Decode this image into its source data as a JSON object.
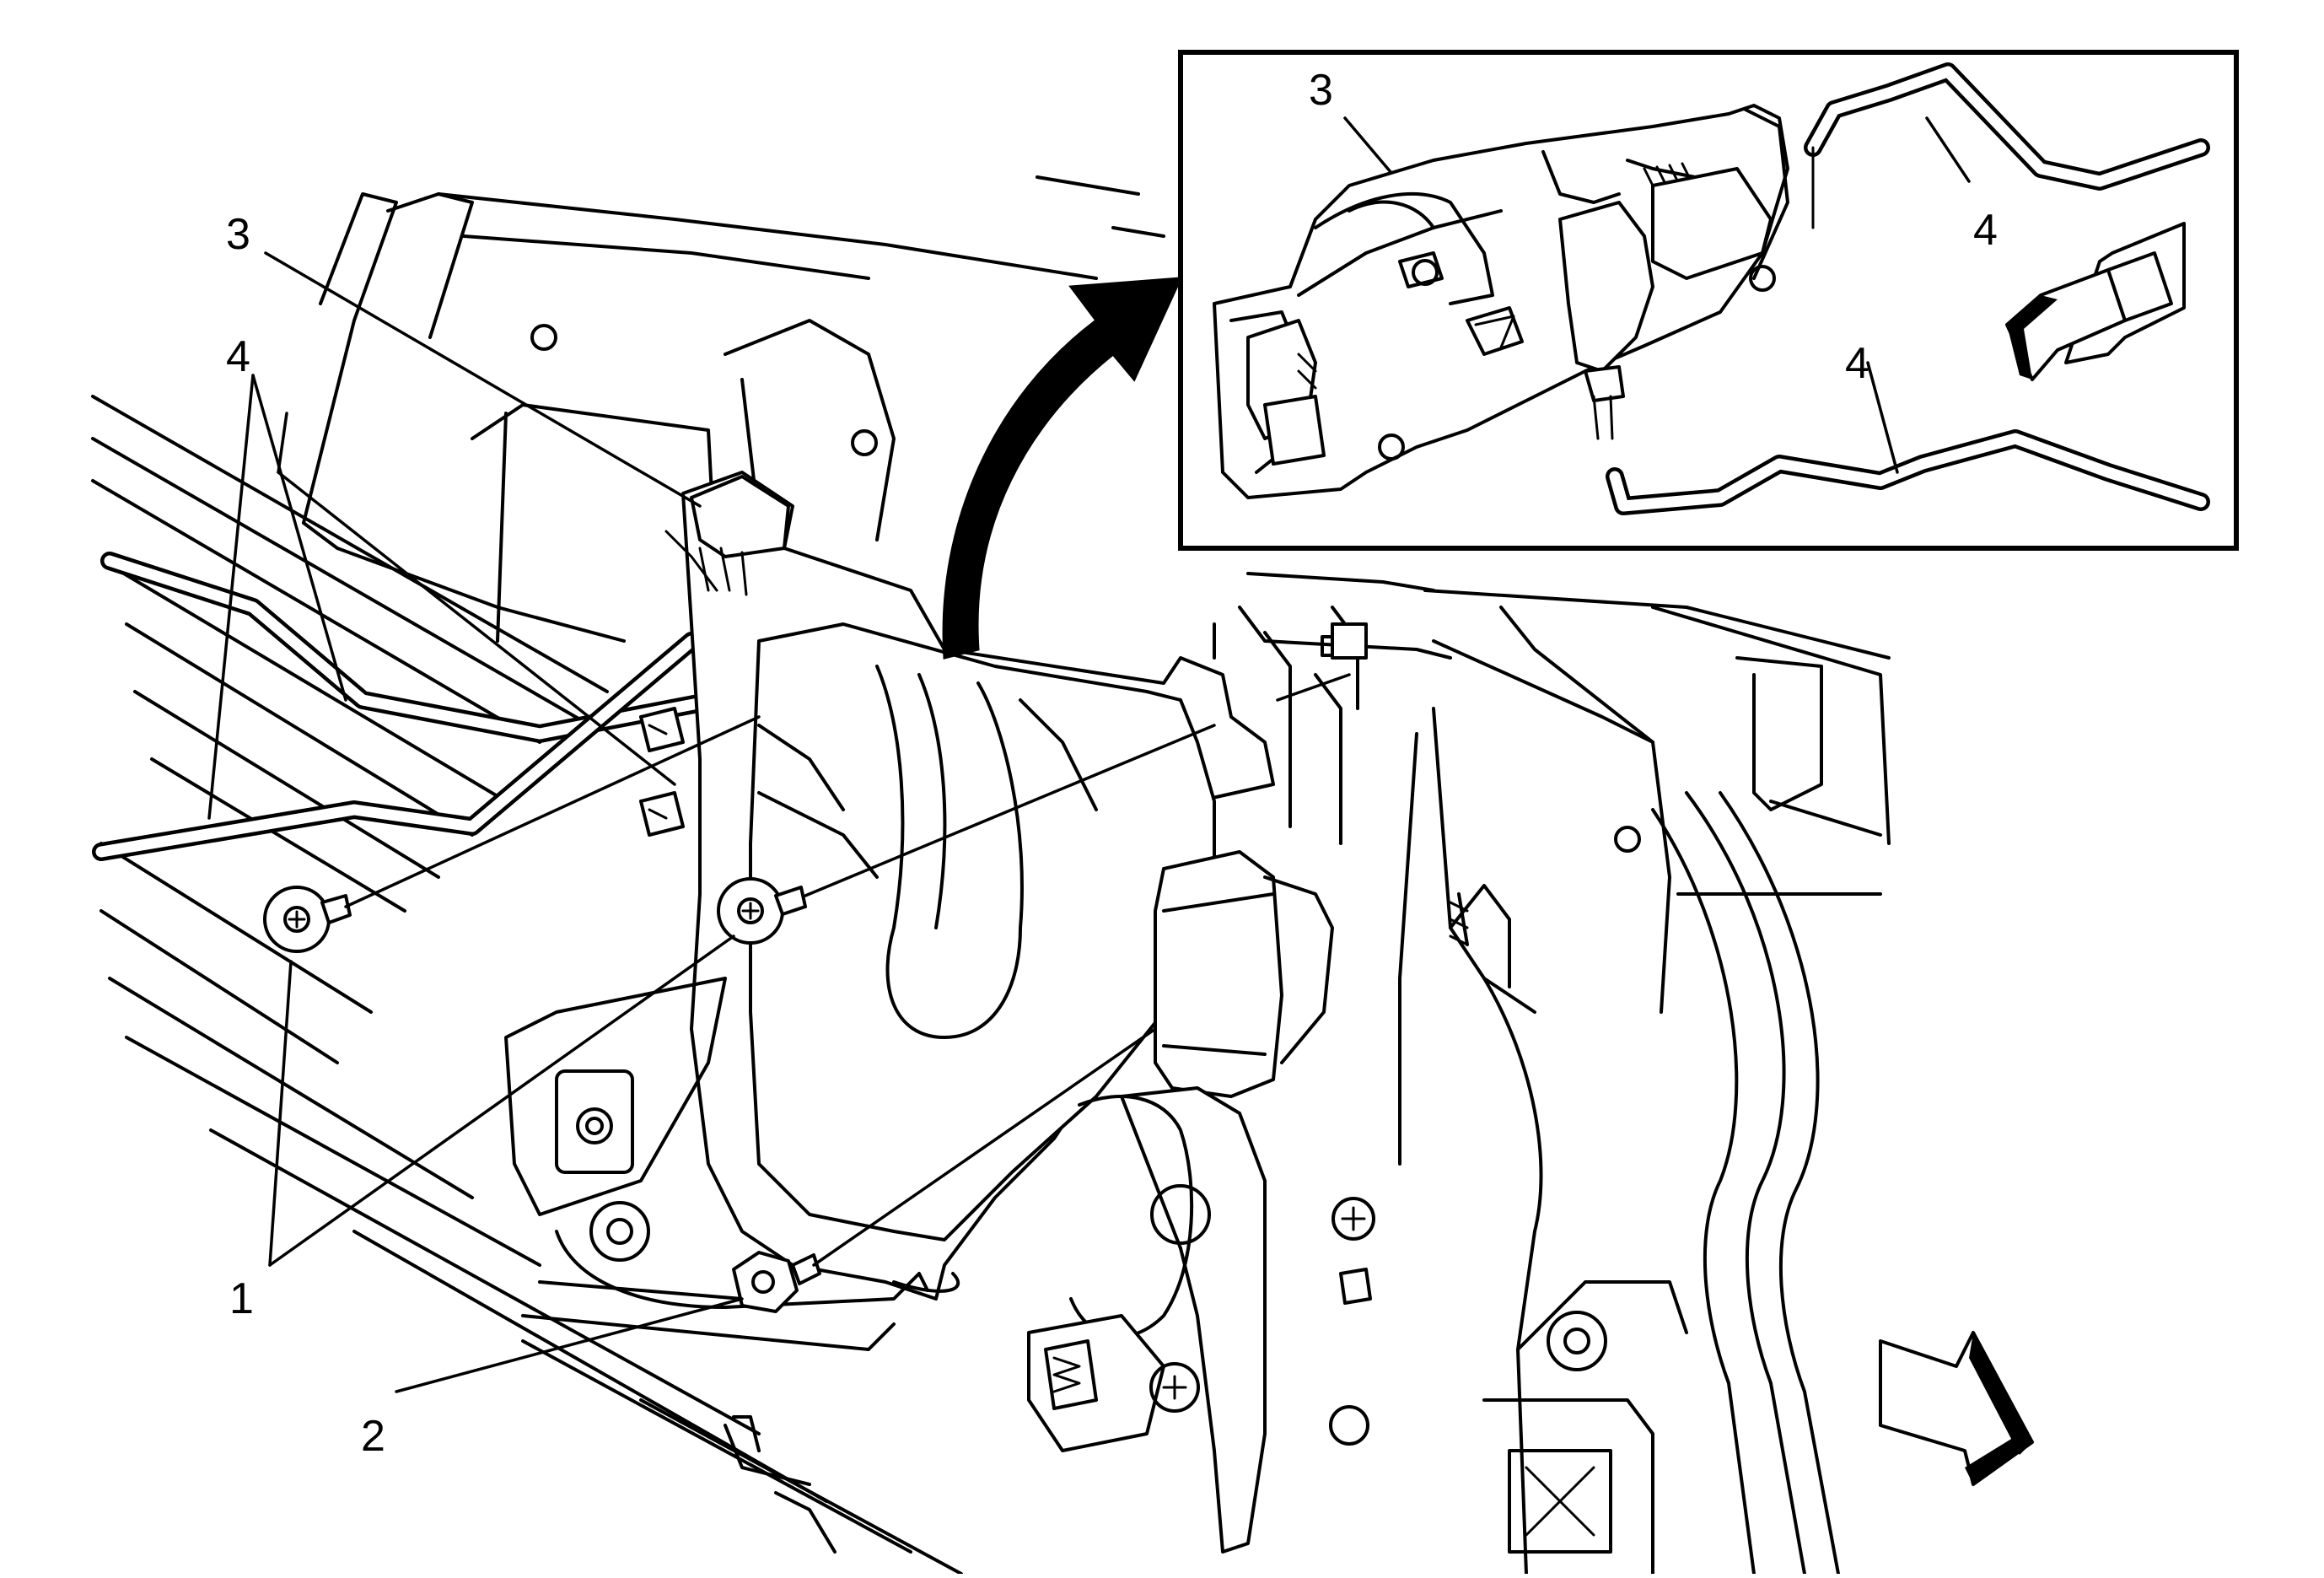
{
  "callouts": {
    "main": {
      "c1": "1",
      "c2": "2",
      "c3": "3",
      "c4": "4"
    },
    "inset": {
      "c3": "3",
      "c4_upper": "4",
      "c4_lower": "4"
    }
  },
  "icons": {
    "transfer_arrow": "curved-arrow-icon",
    "view_arrow_inset": "direction-arrow-icon",
    "view_arrow_main": "direction-arrow-icon"
  },
  "colors": {
    "line": "#000000",
    "background": "#ffffff"
  }
}
